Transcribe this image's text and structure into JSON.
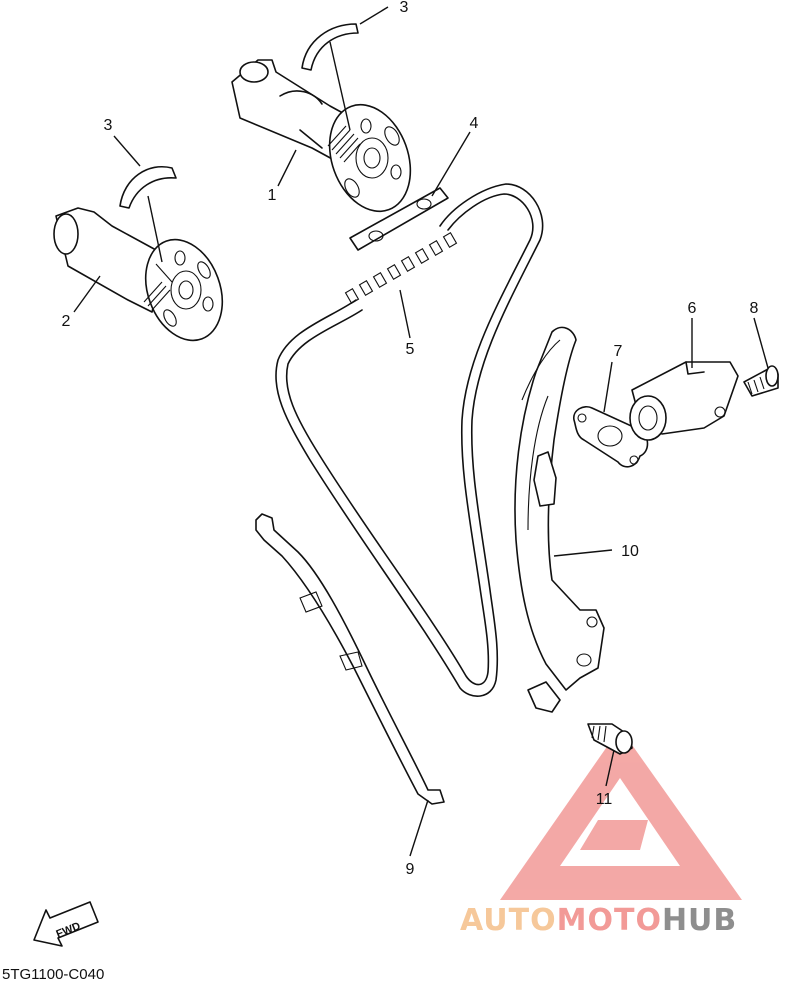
{
  "callouts": {
    "n1": "1",
    "n2": "2",
    "n3a": "3",
    "n3b": "3",
    "n4": "4",
    "n5": "5",
    "n6": "6",
    "n7": "7",
    "n8": "8",
    "n9": "9",
    "n10": "10",
    "n11": "11"
  },
  "fwd_label": "FWD",
  "diagram_code": "5TG1100-C040",
  "watermark": {
    "part1": "AUTO",
    "part2": "MOTO",
    "part3": "HUB",
    "color1": "#f6c89a",
    "color2": "#f29a97",
    "color3": "#8e8e8e",
    "triangle_color": "#f29a97"
  }
}
